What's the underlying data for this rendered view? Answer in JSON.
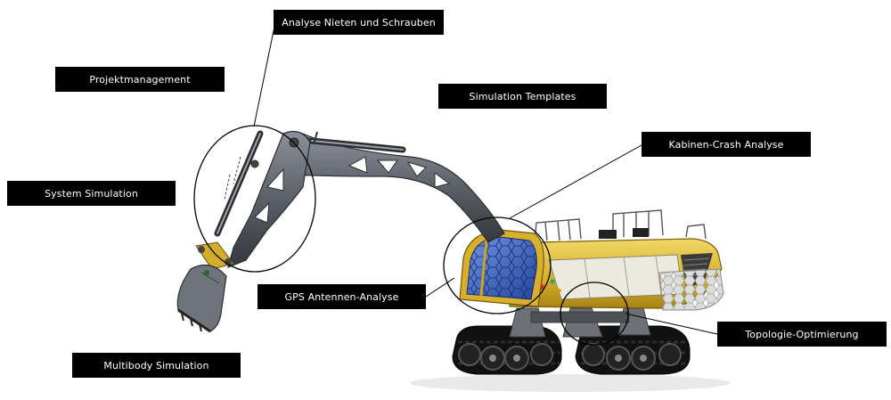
{
  "labels": {
    "analyse_nieten": "Analyse Nieten und Schrauben",
    "projektmanagement": "Projektmanagement",
    "simulation_templates": "Simulation Templates",
    "kabinen_crash": "Kabinen-Crash Analyse",
    "system_simulation": "System Simulation",
    "gps_antennen": "GPS Antennen-Analyse",
    "topologie": "Topologie-Optimierung",
    "multibody": "Multibody Simulation"
  },
  "colors": {
    "label_bg": "#000000",
    "label_text": "#ffffff",
    "body_yellow": "#e3c23a",
    "steel_gray": "#5a5e66",
    "cabin_blue": "#3a63c8"
  }
}
